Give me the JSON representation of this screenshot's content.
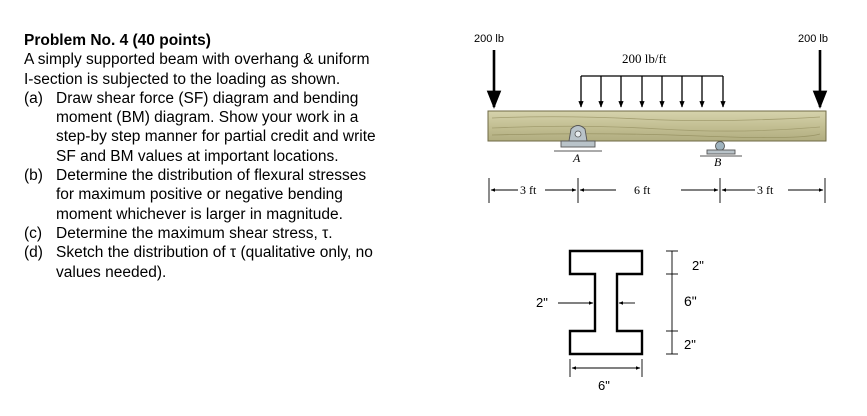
{
  "problem": {
    "title": "Problem No. 4 (40 points)",
    "intro": [
      "A simply supported beam with overhang & uniform",
      "I-section is subjected to the loading as shown."
    ],
    "parts": [
      {
        "label": "(a)",
        "lines": [
          "Draw shear force (SF) diagram and bending",
          "moment (BM) diagram. Show your work in a",
          "step-by step manner for partial credit and write",
          "SF and BM values at important locations."
        ]
      },
      {
        "label": "(b)",
        "lines": [
          "Determine the distribution of flexural stresses",
          "for maximum positive or negative bending",
          "moment whichever is larger in magnitude."
        ]
      },
      {
        "label": "(c)",
        "lines": [
          "Determine the maximum shear stress, τ."
        ]
      },
      {
        "label": "(d)",
        "lines": [
          "Sketch the distribution of τ (qualitative only, no",
          "values needed)."
        ]
      }
    ]
  },
  "beam": {
    "left_load": "200 lb",
    "right_load": "200 lb",
    "distributed_load": "200 lb/ft",
    "support_a": "A",
    "support_b": "B",
    "dim_left": "3 ft",
    "dim_middle": "6 ft",
    "dim_right": "3 ft"
  },
  "section": {
    "top_flange": "2\"",
    "web_height": "6\"",
    "bottom_flange": "2\"",
    "web_width": "2\"",
    "flange_width": "6\""
  },
  "colors": {
    "beam_wood": "#c8c49a",
    "support": "#b9c3c9"
  }
}
